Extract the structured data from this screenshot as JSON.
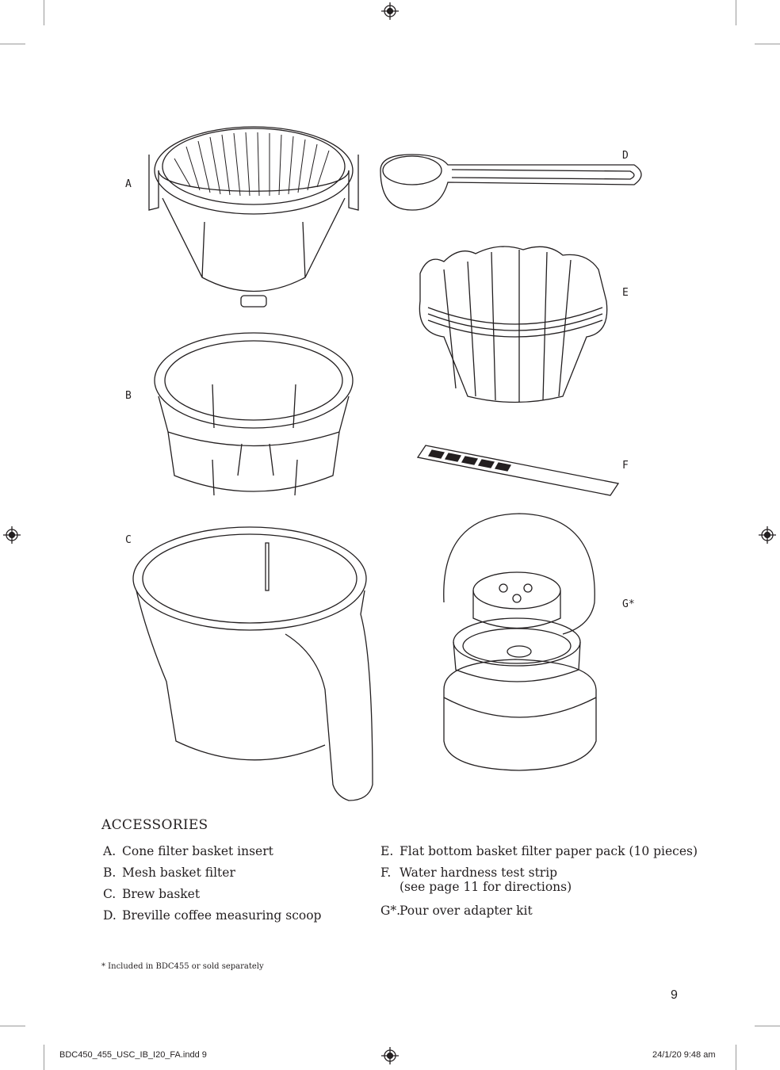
{
  "figure_labels": {
    "a": "A",
    "b": "B",
    "c": "C",
    "d": "D",
    "e": "E",
    "f": "F",
    "g": "G*"
  },
  "section_title": "ACCESSORIES",
  "items_left": [
    {
      "key": "A.",
      "text": "Cone filter basket insert"
    },
    {
      "key": "B.",
      "text": "Mesh basket filter"
    },
    {
      "key": "C.",
      "text": "Brew basket"
    },
    {
      "key": "D.",
      "text": "Breville coffee measuring scoop"
    }
  ],
  "items_right": [
    {
      "key": "E.",
      "text": "Flat bottom basket filter paper pack (10 pieces)"
    },
    {
      "key": "F.",
      "text": "Water hardness test strip",
      "text2": "(see page 11 for directions)"
    },
    {
      "key": "G*.",
      "text": "Pour over adapter kit"
    }
  ],
  "footnote": "* Included in BDC455 or sold separately",
  "page_number": "9",
  "slug": {
    "file": "BDC450_455_USC_IB_I20_FA.indd  9",
    "date": "24/1/20  9:48 am"
  }
}
